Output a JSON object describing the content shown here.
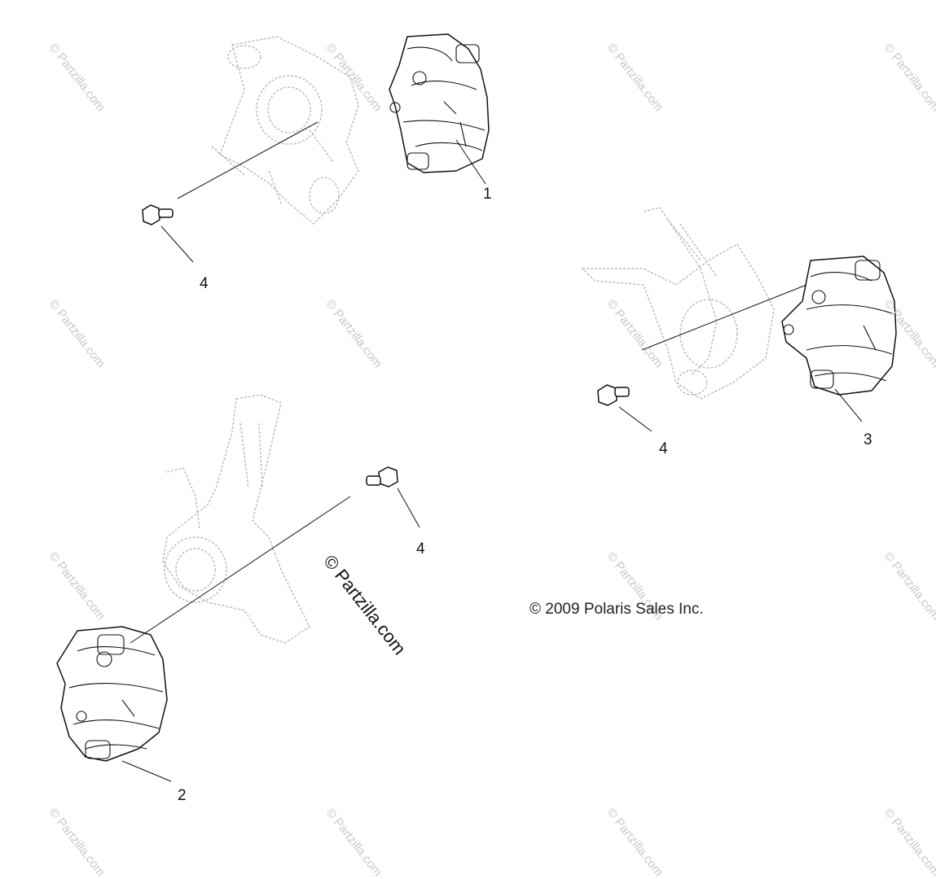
{
  "callouts": {
    "part1": "1",
    "part2": "2",
    "part3": "3",
    "part4_top": "4",
    "part4_right": "4",
    "part4_bottom": "4"
  },
  "copyright": "© 2009 Polaris Sales Inc.",
  "watermark": "© Partzilla.com",
  "colors": {
    "line": "#111111",
    "ghost": "#b8b8b8",
    "watermark": "#c8c8c8"
  }
}
